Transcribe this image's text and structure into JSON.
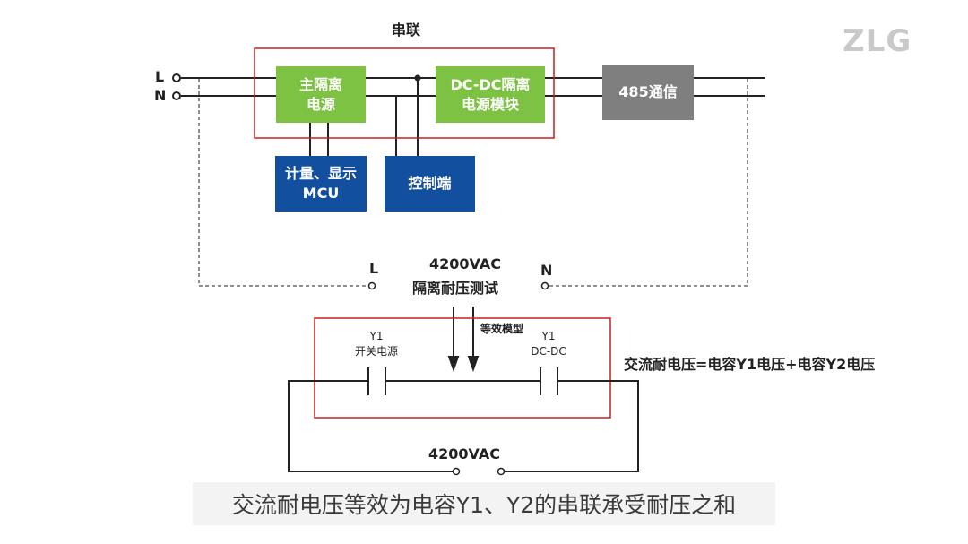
{
  "logo": "ZLG",
  "top": {
    "series_label": "串联",
    "terminal_L": "L",
    "terminal_N": "N",
    "main_power_line1": "主隔离",
    "main_power_line2": "电源",
    "dcdc_line1": "DC-DC隔离",
    "dcdc_line2": "电源模块",
    "comm": "485通信",
    "mcu_line1": "计量、显示",
    "mcu_line2": "MCU",
    "control": "控制端"
  },
  "test": {
    "voltage": "4200VAC",
    "name": "隔离耐压测试",
    "L": "L",
    "N": "N"
  },
  "model": {
    "label": "等效模型",
    "y1_left_name": "Y1",
    "y1_left_sub": "开关电源",
    "y1_right_name": "Y1",
    "y1_right_sub": "DC-DC",
    "formula": "交流耐电压=电容Y1电压+电容Y2电压",
    "bottom_voltage": "4200VAC"
  },
  "caption": "交流耐电压等效为电容Y1、Y2的串联承受耐压之和",
  "colors": {
    "green": "#7dc242",
    "blue": "#12509f",
    "grey": "#7f7f7f",
    "red": "#c8201e"
  }
}
